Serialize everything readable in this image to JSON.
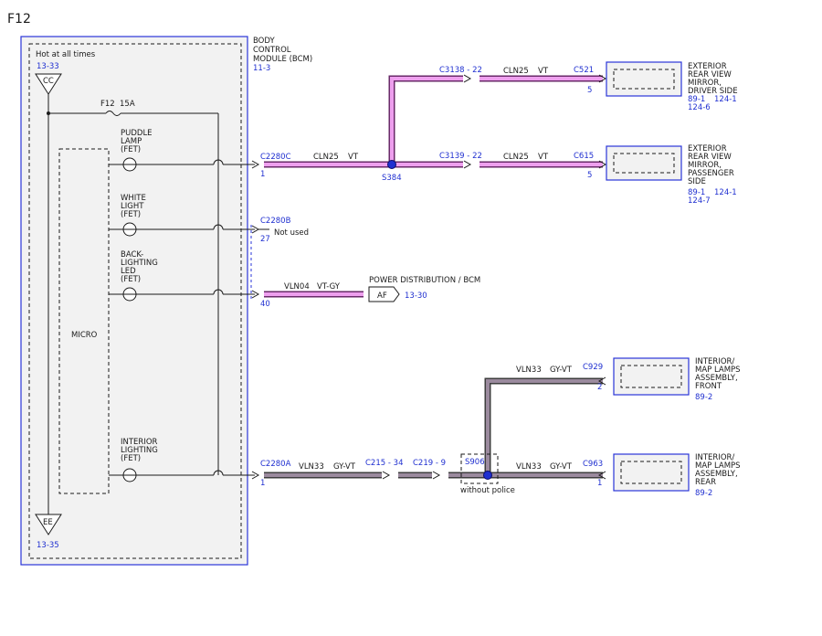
{
  "page": {
    "title": "F12"
  },
  "bcm": {
    "label_lines": [
      "BODY",
      "CONTROL",
      "MODULE (BCM)"
    ],
    "ref": "11-3",
    "hot_label": "Hot at all times",
    "top_ground": {
      "ref": "13-33",
      "label": "CC"
    },
    "bottom_ground": {
      "ref": "13-35",
      "label": "EE"
    },
    "fuse": {
      "id": "F12",
      "rating": "15A"
    },
    "micro_label": "MICRO",
    "drivers": [
      {
        "lines": [
          "PUDDLE",
          "LAMP",
          "(FET)"
        ]
      },
      {
        "lines": [
          "WHITE",
          "LIGHT",
          "(FET)"
        ]
      },
      {
        "lines": [
          "BACK-",
          "LIGHTING",
          "LED",
          "(FET)"
        ]
      },
      {
        "lines": [
          "INTERIOR",
          "LIGHTING",
          "(FET)"
        ]
      }
    ]
  },
  "connectors": {
    "c2280c": {
      "name": "C2280C",
      "pin": "1"
    },
    "c2280b": {
      "name": "C2280B",
      "pin": "27",
      "note": "Not used"
    },
    "c2280b_pin40": "40",
    "c2280a": {
      "name": "C2280A",
      "pin": "1"
    }
  },
  "circuits": {
    "cln25_main": {
      "name": "CLN25",
      "color": "VT"
    },
    "cln25_driver": {
      "name": "CLN25",
      "color": "VT"
    },
    "cln25_pass": {
      "name": "CLN25",
      "color": "VT"
    },
    "vln04": {
      "name": "VLN04",
      "color": "VT-GY"
    },
    "vln33_main": {
      "name": "VLN33",
      "color": "GY-VT"
    },
    "vln33_front": {
      "name": "VLN33",
      "color": "GY-VT"
    },
    "vln33_rear": {
      "name": "VLN33",
      "color": "GY-VT"
    }
  },
  "inline": {
    "c3138": {
      "name": "C3138",
      "pin": "22"
    },
    "c3139": {
      "name": "C3139",
      "pin": "22"
    },
    "c215": {
      "name": "C215",
      "pin": "34"
    },
    "c219": {
      "name": "C219",
      "pin": "9"
    }
  },
  "splices": {
    "s384": {
      "name": "S384"
    },
    "s906": {
      "name": "S906",
      "note": "without police"
    }
  },
  "offpage": {
    "af": {
      "label": "AF",
      "title": "POWER DISTRIBUTION / BCM",
      "ref": "13-30"
    }
  },
  "components": {
    "mirror_driver": {
      "lines": [
        "EXTERIOR",
        "REAR VIEW",
        "MIRROR,",
        "DRIVER SIDE"
      ],
      "refs": [
        "89-1",
        "124-1",
        "124-6"
      ],
      "connector": "C521",
      "pin": "5"
    },
    "mirror_passenger": {
      "lines": [
        "EXTERIOR",
        "REAR VIEW",
        "MIRROR,",
        "PASSENGER",
        "SIDE"
      ],
      "refs": [
        "89-1",
        "124-1",
        "124-7"
      ],
      "connector": "C615",
      "pin": "5"
    },
    "map_front": {
      "lines": [
        "INTERIOR/",
        "MAP LAMPS",
        "ASSEMBLY,",
        "FRONT"
      ],
      "refs": [
        "89-2"
      ],
      "connector": "C929",
      "pin": "2"
    },
    "map_rear": {
      "lines": [
        "INTERIOR/",
        "MAP LAMPS",
        "ASSEMBLY,",
        "REAR"
      ],
      "refs": [
        "89-2"
      ],
      "connector": "C963",
      "pin": "1"
    }
  },
  "colors": {
    "violet_wire": "#ee9fee",
    "gray_violet_wire": "#9b8a9e",
    "blue_label": "#1f2fd0"
  }
}
